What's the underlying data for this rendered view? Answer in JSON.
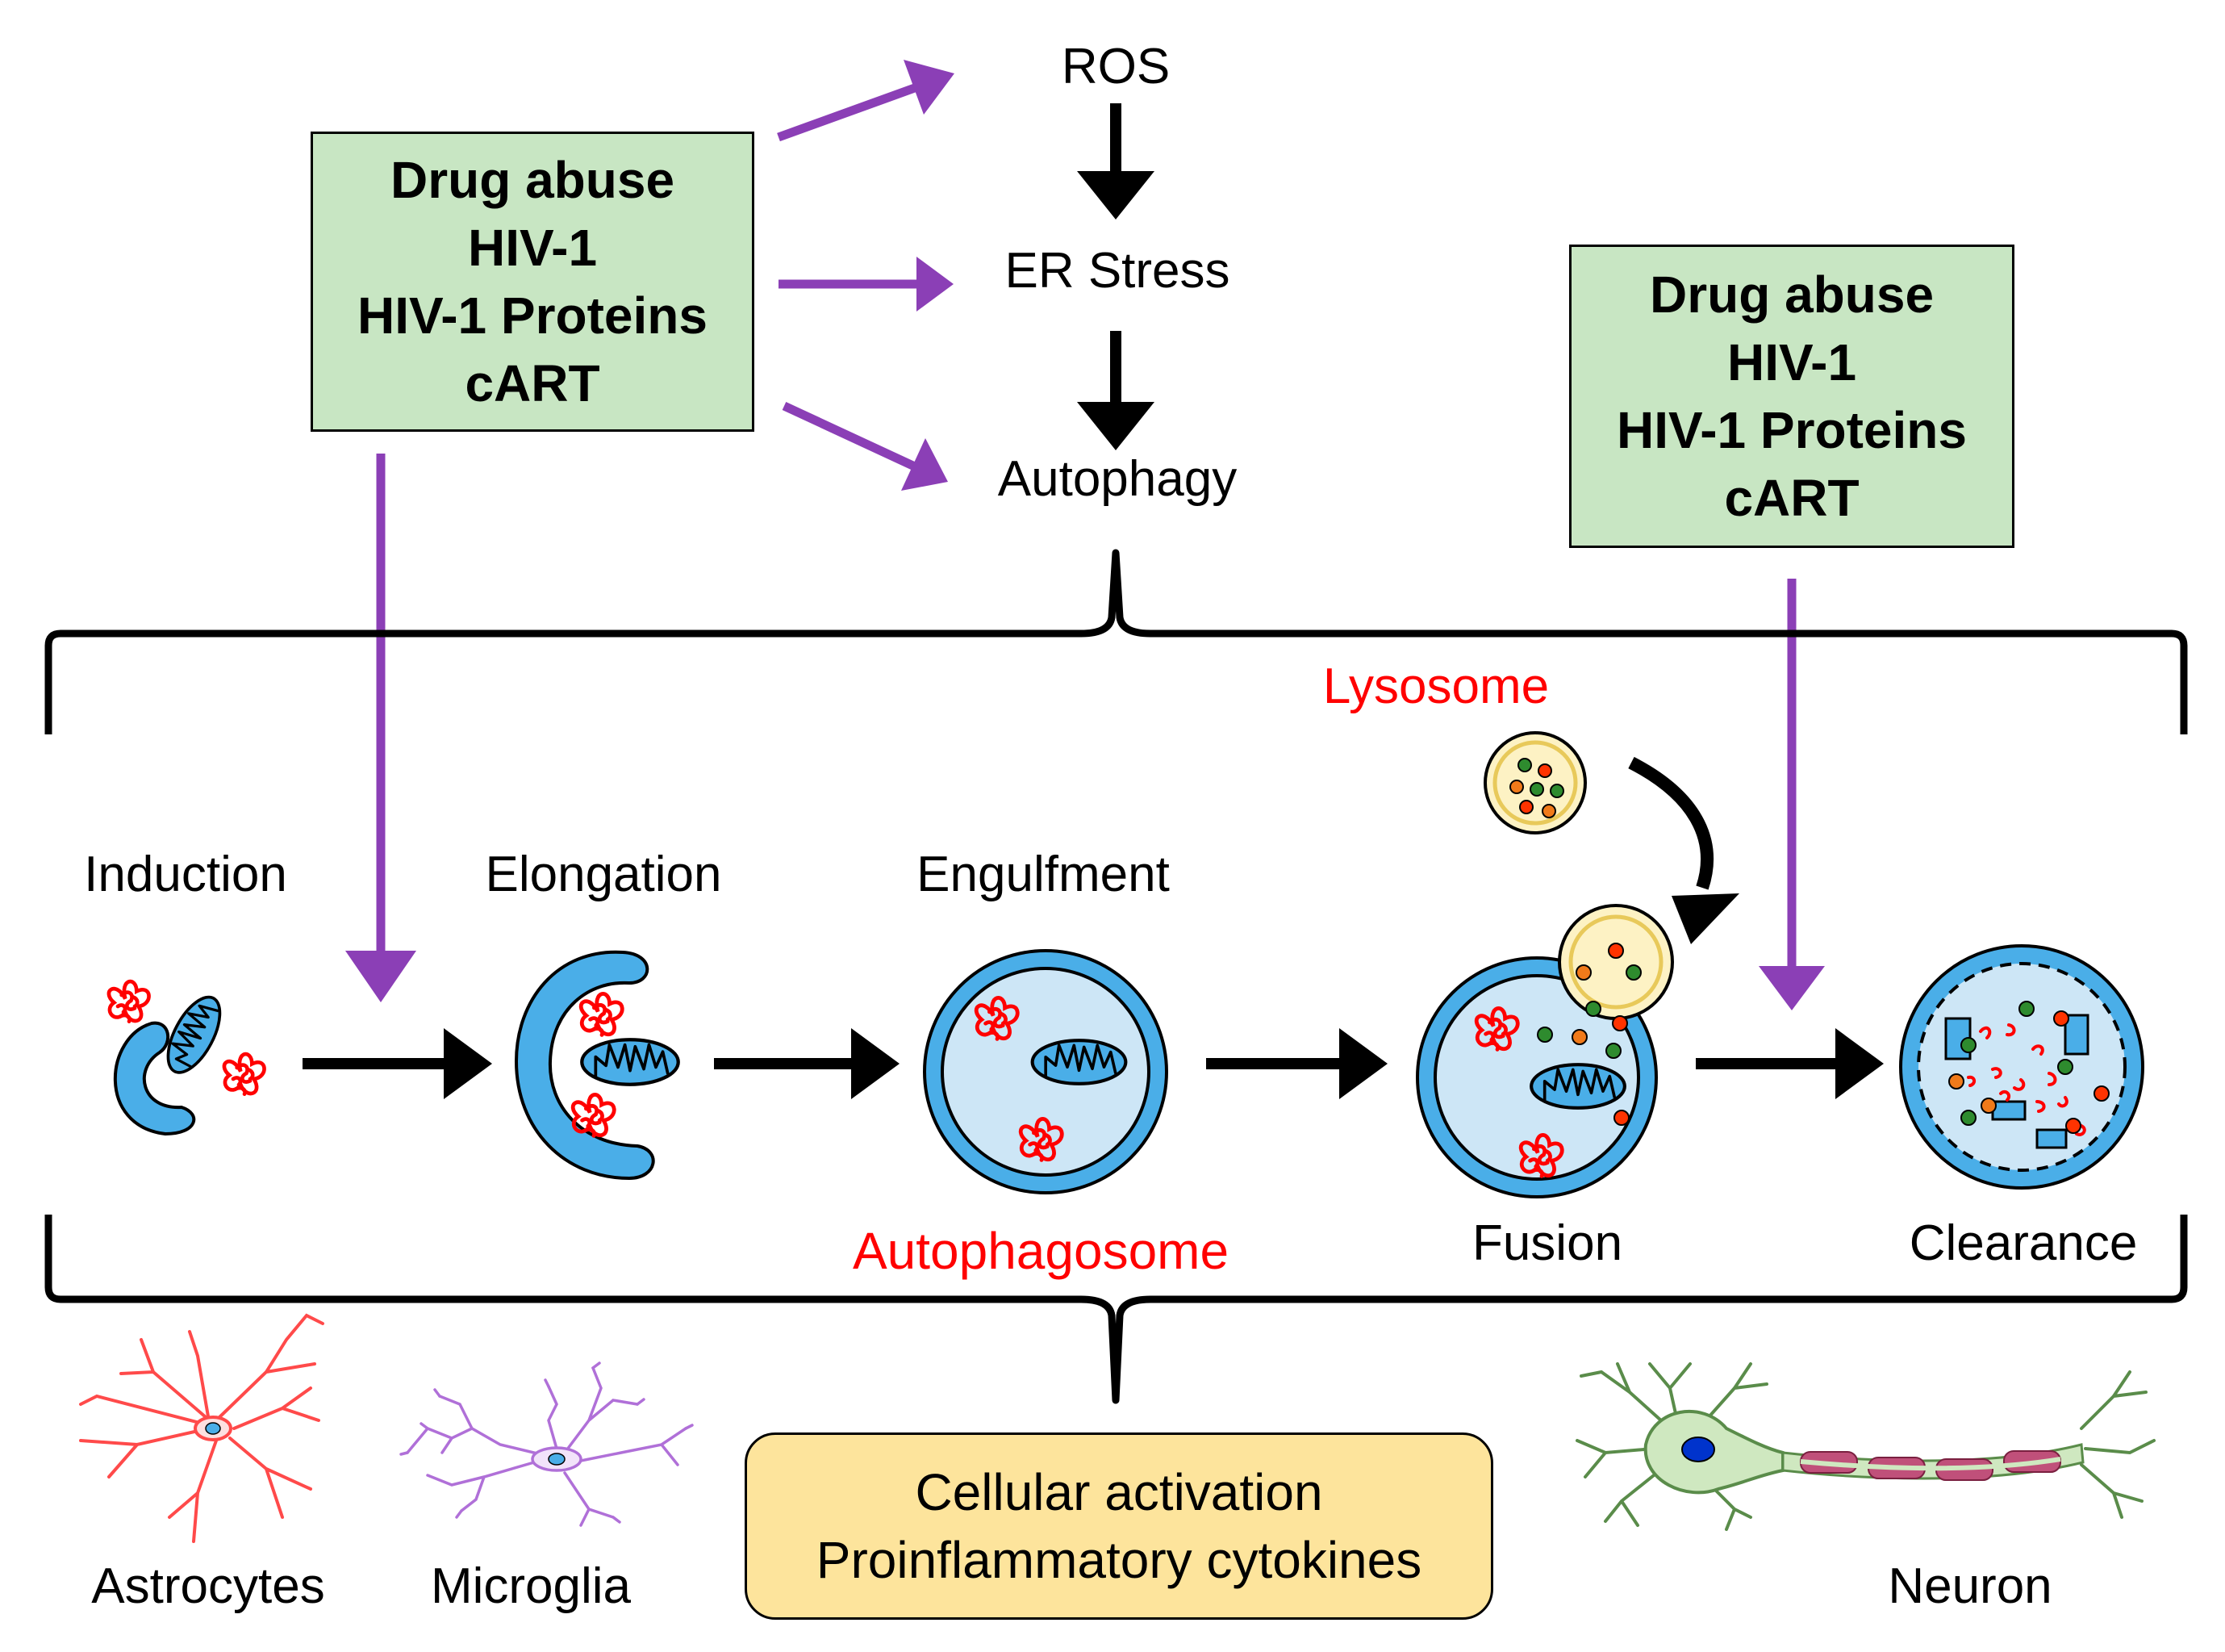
{
  "colors": {
    "purple_arrow": "#8b3fb6",
    "green_box": "#c8e6c3",
    "yellow_box": "#fde49c",
    "membrane_blue": "#4aaee8",
    "lumen_blue": "#cde6f6",
    "red_label": "#ff0000"
  },
  "left_box": {
    "lines": [
      "Drug abuse",
      "HIV-1",
      "HIV-1 Proteins",
      "cART"
    ]
  },
  "right_box": {
    "lines": [
      "Drug abuse",
      "HIV-1",
      "HIV-1 Proteins",
      "cART"
    ]
  },
  "pathway": {
    "ros": "ROS",
    "er_stress": "ER Stress",
    "autophagy": "Autophagy"
  },
  "stages": {
    "induction": "Induction",
    "elongation": "Elongation",
    "engulfment": "Engulfment",
    "fusion": "Fusion",
    "clearance": "Clearance"
  },
  "organelles": {
    "lysosome": "Lysosome",
    "autophagosome": "Autophagosome"
  },
  "cells": {
    "astrocytes": "Astrocytes",
    "microglia": "Microglia",
    "neuron": "Neuron"
  },
  "outcome": {
    "lines": [
      "Cellular activation",
      "Proinflammatory cytokines"
    ]
  },
  "icons": [
    "mitochondrion-icon",
    "protein-aggregate-icon",
    "phagophore-icon",
    "autophagosome-icon",
    "lysosome-icon",
    "autolysosome-icon",
    "astrocyte-icon",
    "microglia-icon",
    "neuron-icon"
  ]
}
